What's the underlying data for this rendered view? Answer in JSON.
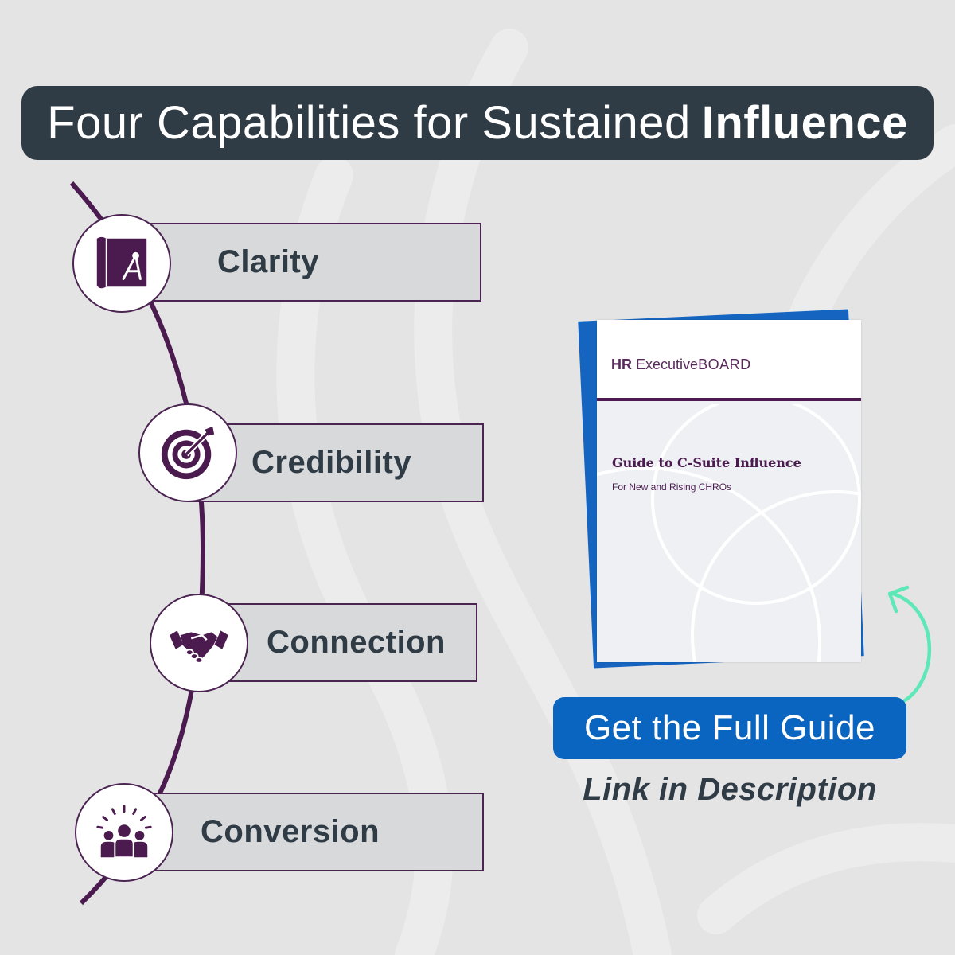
{
  "title": {
    "regular": "Four Capabilities for Sustained",
    "bold": "Influence"
  },
  "capabilities": [
    {
      "label": "Clarity",
      "icon": "blueprint-compass-icon"
    },
    {
      "label": "Credibility",
      "icon": "target-dart-icon"
    },
    {
      "label": "Connection",
      "icon": "handshake-icon"
    },
    {
      "label": "Conversion",
      "icon": "audience-group-icon"
    }
  ],
  "guide": {
    "brand_part1": "HR",
    "brand_part2": "Executive",
    "brand_part3": "BOARD",
    "title": "Guide to C-Suite Influence",
    "subtitle": "For New and Rising CHROs"
  },
  "cta": {
    "button_label": "Get the Full Guide",
    "note": "Link in Description"
  },
  "colors": {
    "background": "#e4e4e5",
    "title_bar": "#2f3b45",
    "accent_purple": "#4b1b4f",
    "accent_blue": "#0a65c0",
    "arrow": "#5ee8b8"
  }
}
